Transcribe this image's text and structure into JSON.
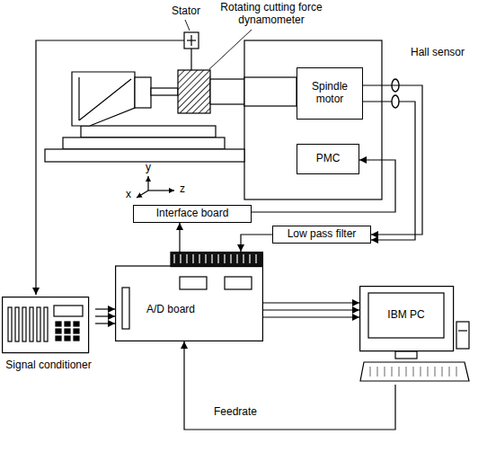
{
  "diagram": {
    "nodes": [
      {
        "text": [
          "Spindle motor"
        ]
      },
      {
        "text": [
          "PMC"
        ]
      },
      {
        "text": [
          "Interface board"
        ]
      },
      {
        "text": [
          "Low pass filter"
        ]
      },
      {
        "text": [
          "A/D board"
        ]
      },
      {
        "text": [
          "IBM PC"
        ]
      },
      {
        "text": [
          "Signal conditioner"
        ]
      }
    ],
    "edges": [
      {
        "from": 6,
        "to": 4,
        "arrow": "to"
      },
      {
        "from": 4,
        "to": 5,
        "arrow": "to"
      },
      {
        "from": 4,
        "to": 2,
        "arrow": "to"
      },
      {
        "from": 2,
        "to": 1,
        "arrow": "to"
      },
      {
        "from": 0,
        "to": 3,
        "arrow": "to"
      },
      {
        "from": 3,
        "to": 4,
        "arrow": "to"
      },
      {
        "from": 5,
        "to": 4,
        "arrow": "to",
        "label": "Feedrate"
      }
    ],
    "labels": [
      "Stator",
      "Rotating cutting force dynamometer",
      "Hall sensor",
      "y",
      "x",
      "z"
    ]
  }
}
